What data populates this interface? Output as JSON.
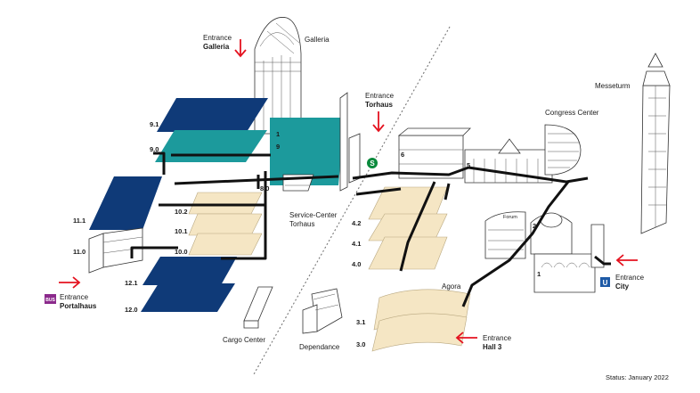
{
  "colors": {
    "hall_blue": "#0f3a78",
    "hall_teal": "#1c9a9c",
    "hall_beige": "#f5e6c4",
    "arrow_red": "#e4121f",
    "bus_purple": "#8b2a8c",
    "s_green": "#0a8a3c",
    "u_blue": "#1e5aa6",
    "path": "#111111"
  },
  "entrances": {
    "galleria": {
      "word": "Entrance",
      "name": "Galleria"
    },
    "torhaus": {
      "word": "Entrance",
      "name": "Torhaus"
    },
    "portalhaus": {
      "word": "Entrance",
      "name": "Portalhaus",
      "badge": "BUS"
    },
    "city": {
      "word": "Entrance",
      "name": "City",
      "badge": "U"
    },
    "hall3": {
      "word": "Entrance",
      "name": "Hall 3"
    }
  },
  "buildings": {
    "galleria": "Galleria",
    "messeturm": "Messeturm",
    "congress_center": "Congress Center",
    "service_center_line1": "Service-Center",
    "service_center_line2": "Torhaus",
    "agora": "Agora",
    "cargo_center": "Cargo Center",
    "dependance": "Dependance",
    "forum": "Forum",
    "s_badge": "S"
  },
  "halls": {
    "h9_1": "9.1",
    "h9_0": "9.0",
    "h8_0": "8.0",
    "h10_2": "10.2",
    "h10_1": "10.1",
    "h10_0": "10.0",
    "h11_1": "11.1",
    "h11_0": "11.0",
    "h12_1": "12.1",
    "h12_0": "12.0",
    "h4_2": "4.2",
    "h4_1": "4.1",
    "h4_0": "4.0",
    "h3_1": "3.1",
    "h3_0": "3.0",
    "h1": "1",
    "h2": "2",
    "h5": "5",
    "h6": "6",
    "h9_mark": "9"
  },
  "status": "Status: January 2022"
}
